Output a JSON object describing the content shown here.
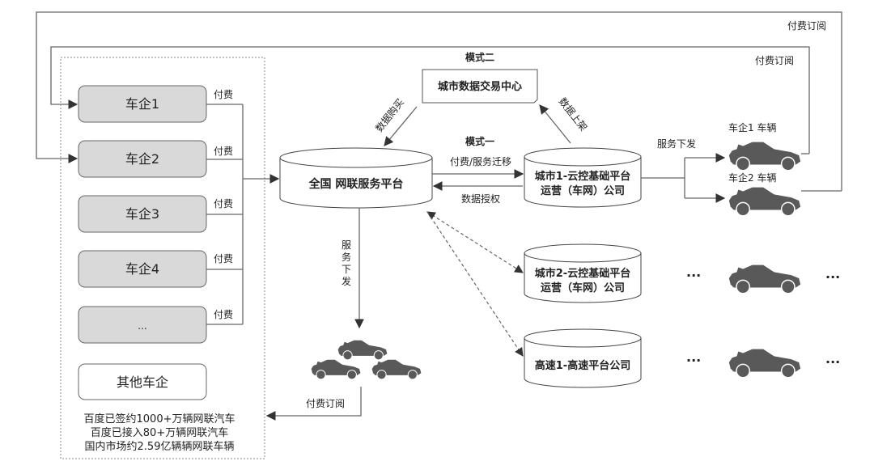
{
  "left_panel": {
    "enterprises": [
      {
        "label": "车企1",
        "pay": "付费"
      },
      {
        "label": "车企2",
        "pay": "付费"
      },
      {
        "label": "车企3",
        "pay": "付费"
      },
      {
        "label": "车企4",
        "pay": "付费"
      },
      {
        "label": "...",
        "pay": "付费"
      }
    ],
    "other": "其他车企",
    "notes": [
      "百度已签约1000+万辆网联汽车",
      "百度已接入80+万辆网联汽车",
      "国内市场约2.59亿辆辆网联车辆"
    ]
  },
  "mode2": {
    "title": "模式二",
    "center": "城市数据交易中心",
    "buy": "数据购买",
    "list": "数据上架"
  },
  "mode1": {
    "title": "模式一",
    "forward": "付费/服务迁移",
    "back": "数据授权"
  },
  "national_platform": "全国 网联服务平台",
  "service_down_vertical": [
    "服",
    "务",
    "下",
    "发"
  ],
  "subscribe_bottom": "付费订阅",
  "city1": {
    "line1": "城市1-云控基础平台",
    "line2": "运营（车网）公司"
  },
  "city2": {
    "line1": "城市2-云控基础平台",
    "line2": "运营（车网）公司"
  },
  "highway": "高速1-高速平台公司",
  "service_down": "服务下发",
  "vehicles": {
    "v1": "车企1 车辆",
    "v2": "车企2 车辆"
  },
  "subscribe_outer": "付费订阅",
  "subscribe_inner": "付费订阅",
  "ellipsis": "···"
}
